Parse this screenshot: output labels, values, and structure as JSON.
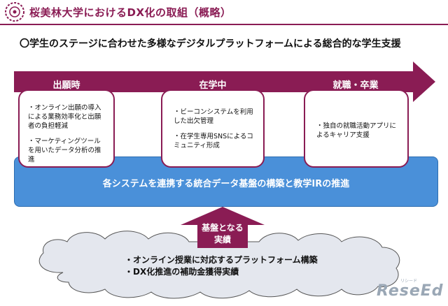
{
  "header": {
    "title": "桜美林大学におけるDX化の取組（概略）"
  },
  "subtitle": "〇学生のステージに合わせた多様なデジタルプラットフォームによる総合的な学生支援",
  "stages": [
    {
      "label": "出願時",
      "items": [
        "・オンライン出願の導入による業務効率化と出願者の負担軽減",
        "・マーケティングツールを用いたデータ分析の推進"
      ]
    },
    {
      "label": "在学中",
      "items": [
        "・ビーコンシステムを利用した出欠管理",
        "・在学生専用SNSによるコミュニティ形成"
      ]
    },
    {
      "label": "就職・卒業",
      "items": [
        "・独自の就職活動アプリによるキャリア支援"
      ]
    }
  ],
  "integration_band": "各システムを連携する統合データ基盤の構築と教学IRの推進",
  "foundation": {
    "label_line1": "基盤となる",
    "label_line2": "実績",
    "items": [
      "・オンライン授業に対応するプラットフォーム構築",
      "・DX化推進の補助金獲得実績"
    ]
  },
  "watermark": {
    "text": "ReseEd",
    "kana": "リシード"
  },
  "colors": {
    "primary": "#8a1c54",
    "band": "#4a90d9",
    "cloud": "#e4e7ee"
  }
}
